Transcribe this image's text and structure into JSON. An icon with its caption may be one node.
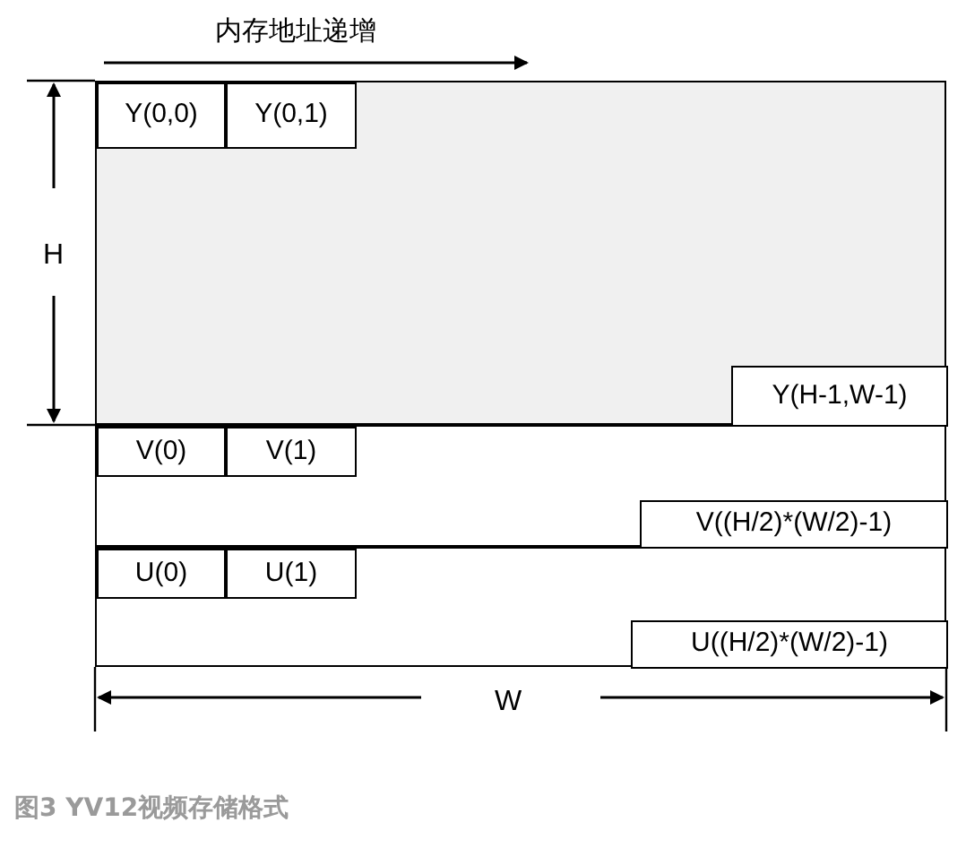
{
  "diagram": {
    "caption": "图3 YV12视频存储格式",
    "nodes": [
      {
        "text": [],
        "shape": "box"
      },
      {
        "text": [
          "Y(0,0)"
        ],
        "in": 0
      },
      {
        "text": [
          "Y(0,1)"
        ],
        "in": 0
      },
      {
        "text": [
          "Y(H-1,W-1)"
        ],
        "in": 0
      },
      {
        "text": [],
        "shape": "box"
      },
      {
        "text": [
          "V(0)"
        ],
        "in": 4
      },
      {
        "text": [
          "V(1)"
        ],
        "in": 4
      },
      {
        "text": [
          "V((H/2)*(W/2)-1)"
        ],
        "in": 4
      },
      {
        "text": [],
        "shape": "box"
      },
      {
        "text": [
          "U(0)"
        ],
        "in": 8
      },
      {
        "text": [
          "U(1)"
        ],
        "in": 8
      },
      {
        "text": [
          "U((H/2)*(W/2)-1)"
        ],
        "in": 8
      }
    ],
    "labels": [
      "内存地址递增",
      "H",
      "W"
    ]
  }
}
